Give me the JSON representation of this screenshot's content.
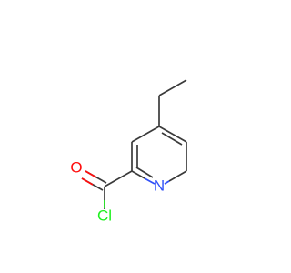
{
  "molecule": {
    "atoms": {
      "oxygen": {
        "symbol": "O",
        "color": "#ff0d0d"
      },
      "chlorine": {
        "symbol": "Cl",
        "color": "#1ff01f"
      },
      "nitrogen": {
        "symbol": "N",
        "color": "#3050f8"
      }
    },
    "bond_color": "#3a3a3a"
  }
}
